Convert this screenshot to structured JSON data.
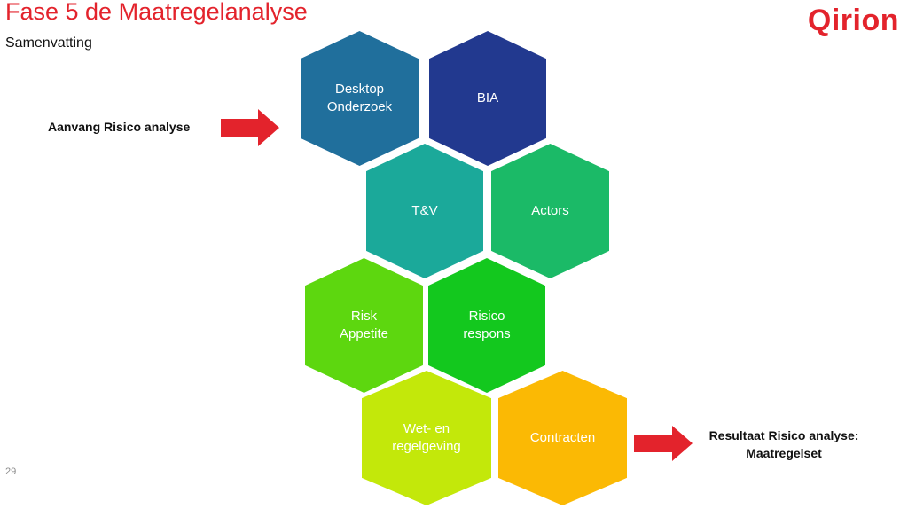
{
  "slide": {
    "title": "Fase 5 de Maatregelanalyse",
    "subtitle": "Samenvatting",
    "logo": "Qirion",
    "page_number": "29"
  },
  "start": {
    "label": "Aanvang Risico analyse",
    "arrow_icon": "arrow-right-icon",
    "arrow_color": "#e3232c"
  },
  "result": {
    "label": "Resultaat Risico analyse:\nMaatregelset",
    "arrow_icon": "arrow-right-icon",
    "arrow_color": "#e3232c"
  },
  "hexagons": [
    {
      "label": "Desktop\nOnderzoek",
      "color": "#206f9c"
    },
    {
      "label": "BIA",
      "color": "#22398f"
    },
    {
      "label": "T&V",
      "color": "#1ba99a"
    },
    {
      "label": "Actors",
      "color": "#1bba67"
    },
    {
      "label": "Risk\nAppetite",
      "color": "#5dd70f"
    },
    {
      "label": "Risico\nrespons",
      "color": "#13c81e"
    },
    {
      "label": "Wet- en\nregelgeving",
      "color": "#c3e80a"
    },
    {
      "label": "Contracten",
      "color": "#fbb904"
    }
  ]
}
